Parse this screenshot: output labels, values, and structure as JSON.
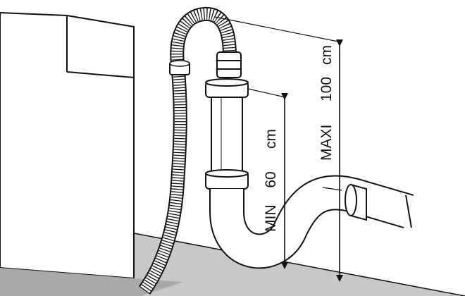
{
  "diagram": {
    "labels": {
      "min_prefix": "MIN",
      "min_value": "60",
      "min_unit": "cm",
      "max_prefix": "MAXI",
      "max_value": "100",
      "max_unit": "cm"
    },
    "colors": {
      "line": "#111111",
      "floor": "#c8c8c8",
      "background": "#ffffff"
    }
  }
}
